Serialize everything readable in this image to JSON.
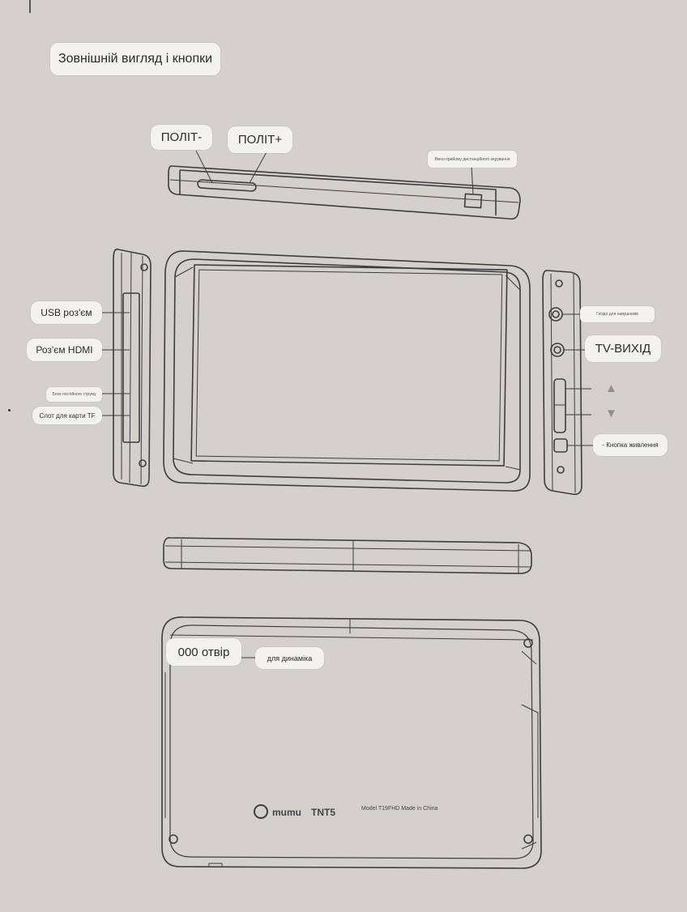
{
  "title": "Зовнішній вигляд і кнопки",
  "labels": {
    "vol_minus": "ПОЛІТ-",
    "vol_plus": "ПОЛІТ+",
    "ir_receiver": "Вікно прийому дистанційного керування",
    "usb": "USB роз'єм",
    "hdmi": "Роз'єм HDMI",
    "power_socket": "Блок постійного струму",
    "tf_slot": "Слот для карти TF",
    "headphones": "Гніздо для навушників",
    "tv_out": "TV-ВИХІД",
    "power_button": "- Кнопка живлення",
    "speaker_hole": "000 отвір",
    "speaker_desc": "для динаміка"
  },
  "arrows": {
    "up": "▲",
    "down": "▼"
  },
  "back_print": {
    "brand": "mumu",
    "model_series": "TNT5",
    "model_text": "Model T19FHD Made in China"
  }
}
